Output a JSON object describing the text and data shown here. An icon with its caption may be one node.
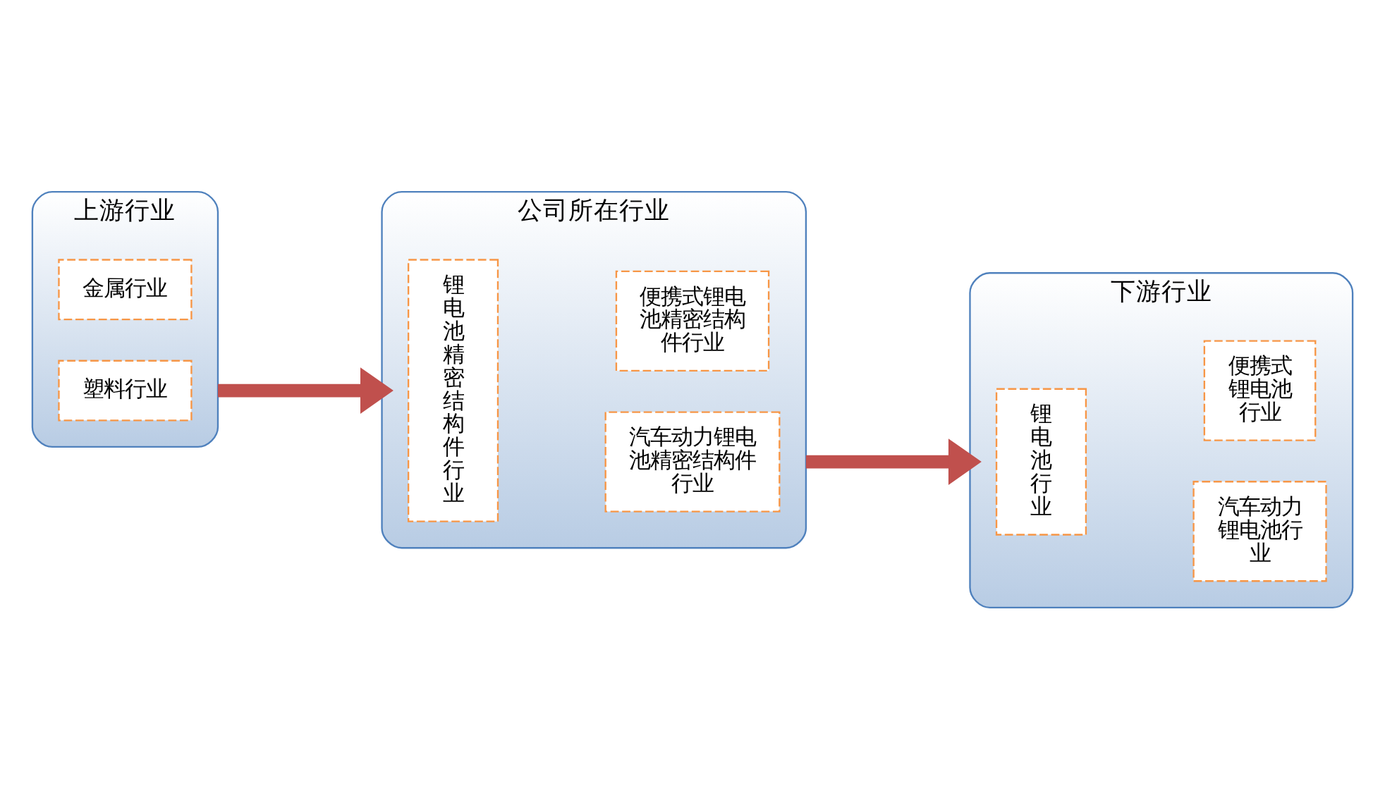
{
  "diagram": {
    "nodes": [
      {
        "text": [
          "上游行业"
        ]
      },
      {
        "text": [
          "金属行业"
        ],
        "in": 0
      },
      {
        "text": [
          "塑料行业"
        ],
        "in": 0
      },
      {
        "text": [
          "公司所在行业"
        ]
      },
      {
        "text": [
          "锂电池精密结构件行业"
        ],
        "in": 3
      },
      {
        "text": [
          "便携式锂电池精密结构件行业"
        ],
        "in": 3
      },
      {
        "text": [
          "汽车动力锂电池精密结构件行业"
        ],
        "in": 3
      },
      {
        "text": [
          "下游行业"
        ]
      },
      {
        "text": [
          "锂电池行业"
        ],
        "in": 7
      },
      {
        "text": [
          "便携式锂电池行业"
        ],
        "in": 7
      },
      {
        "text": [
          "汽车动力锂电池行业"
        ],
        "in": 7
      }
    ],
    "edges": [
      {
        "from": 0,
        "to": 3,
        "arrow": "to"
      },
      {
        "from": 3,
        "to": 7,
        "arrow": "to"
      }
    ]
  }
}
